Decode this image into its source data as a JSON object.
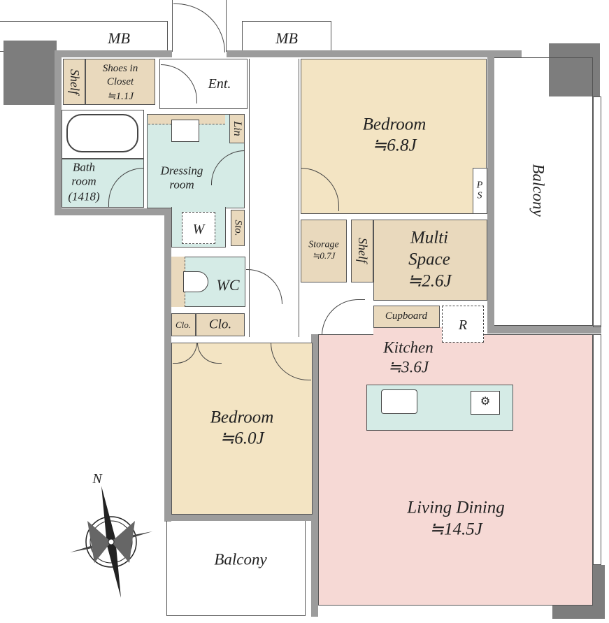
{
  "rooms": {
    "mb_left": "MB",
    "mb_right": "MB",
    "shelf_ent": "Shelf",
    "shoes_closet": {
      "name": "Shoes in",
      "name2": "Closet",
      "size": "≒1.1J"
    },
    "entrance": "Ent.",
    "bath": {
      "name": "Bath",
      "name2": "room",
      "size": "(1418)"
    },
    "dressing": {
      "name": "Dressing",
      "name2": "room"
    },
    "linen": "Lin",
    "washer": "W",
    "storage_small": "Sto.",
    "wc": "WC",
    "closet_small": "Clo.",
    "closet": "Clo.",
    "bedroom1": {
      "name": "Bedroom",
      "size": "≒6.8J"
    },
    "ps": "PS",
    "storage": {
      "name": "Storage",
      "size": "≒0.7J"
    },
    "shelf_multi": "Shelf",
    "multi_space": {
      "name": "Multi",
      "name2": "Space",
      "size": "≒2.6J"
    },
    "cupboard": "Cupboard",
    "refrigerator": "R",
    "balcony_right": "Balcony",
    "kitchen": {
      "name": "Kitchen",
      "size": "≒3.6J"
    },
    "bedroom2": {
      "name": "Bedroom",
      "size": "≒6.0J"
    },
    "living_dining": {
      "name": "Living Dining",
      "size": "≒14.5J"
    },
    "balcony_bottom": "Balcony"
  },
  "compass": {
    "north_label": "N"
  },
  "colors": {
    "wall": "#9c9c9c",
    "tan": "#e9d9bd",
    "bedroom": "#f3e4c3",
    "wet": "#d5ebe6",
    "living": "#f6d9d5"
  }
}
